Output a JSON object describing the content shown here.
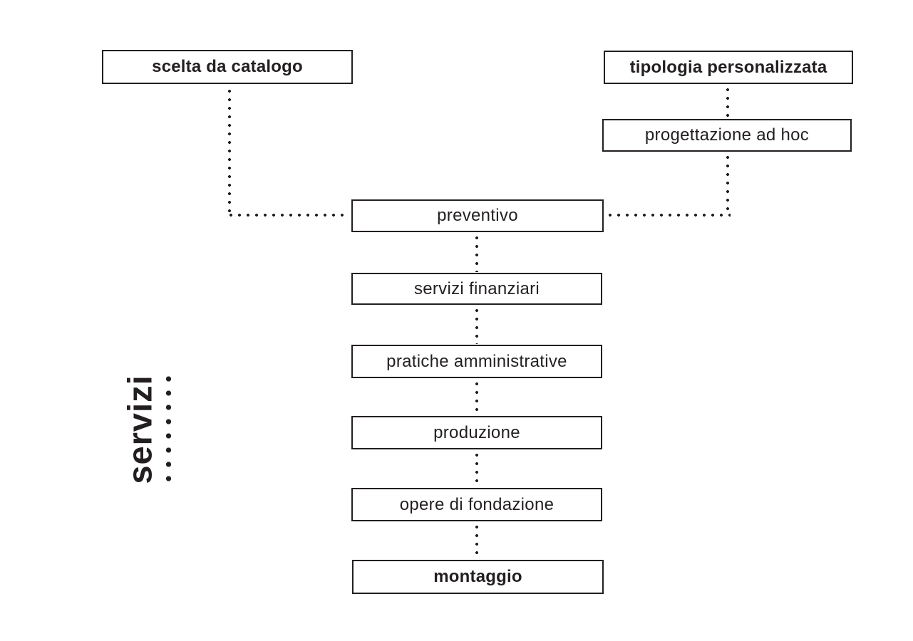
{
  "diagram": {
    "side_label": "servizi",
    "colors": {
      "ink": "#231f20",
      "background": "#ffffff"
    },
    "nodes": [
      {
        "id": "scelta-da-catalogo",
        "label": "scelta da catalogo",
        "emphasis": "bold"
      },
      {
        "id": "tipologia-personalizzata",
        "label": "tipologia personalizzata",
        "emphasis": "bold"
      },
      {
        "id": "progettazione-ad-hoc",
        "label": "progettazione ad hoc",
        "emphasis": "normal"
      },
      {
        "id": "preventivo",
        "label": "preventivo",
        "emphasis": "normal"
      },
      {
        "id": "servizi-finanziari",
        "label": "servizi finanziari",
        "emphasis": "normal"
      },
      {
        "id": "pratiche-amministrative",
        "label": "pratiche amministrative",
        "emphasis": "normal"
      },
      {
        "id": "produzione",
        "label": "produzione",
        "emphasis": "normal"
      },
      {
        "id": "opere-di-fondazione",
        "label": "opere di fondazione",
        "emphasis": "normal"
      },
      {
        "id": "montaggio",
        "label": "montaggio",
        "emphasis": "bold"
      }
    ],
    "edges": [
      {
        "from": "scelta da catalogo",
        "to": "preventivo",
        "style": "dotted"
      },
      {
        "from": "tipologia personalizzata",
        "to": "progettazione ad hoc",
        "style": "dotted"
      },
      {
        "from": "progettazione ad hoc",
        "to": "preventivo",
        "style": "dotted"
      },
      {
        "from": "preventivo",
        "to": "servizi finanziari",
        "style": "dotted"
      },
      {
        "from": "servizi finanziari",
        "to": "pratiche amministrative",
        "style": "dotted"
      },
      {
        "from": "pratiche amministrative",
        "to": "produzione",
        "style": "dotted"
      },
      {
        "from": "produzione",
        "to": "opere di fondazione",
        "style": "dotted"
      },
      {
        "from": "opere di fondazione",
        "to": "montaggio",
        "style": "dotted"
      }
    ]
  }
}
